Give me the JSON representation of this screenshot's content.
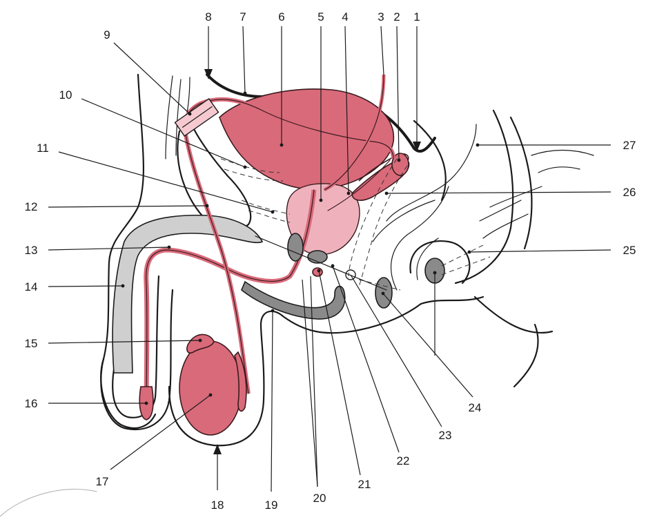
{
  "labels": [
    {
      "id": "1",
      "text": "1"
    },
    {
      "id": "2",
      "text": "2"
    },
    {
      "id": "3",
      "text": "3"
    },
    {
      "id": "4",
      "text": "4"
    },
    {
      "id": "5",
      "text": "5"
    },
    {
      "id": "6",
      "text": "6"
    },
    {
      "id": "7",
      "text": "7"
    },
    {
      "id": "8",
      "text": "8"
    },
    {
      "id": "9",
      "text": "9"
    },
    {
      "id": "10",
      "text": "10"
    },
    {
      "id": "11",
      "text": "11"
    },
    {
      "id": "12",
      "text": "12"
    },
    {
      "id": "13",
      "text": "13"
    },
    {
      "id": "14",
      "text": "14"
    },
    {
      "id": "15",
      "text": "15"
    },
    {
      "id": "16",
      "text": "16"
    },
    {
      "id": "17",
      "text": "17"
    },
    {
      "id": "18",
      "text": "18"
    },
    {
      "id": "19",
      "text": "19"
    },
    {
      "id": "20",
      "text": "20"
    },
    {
      "id": "21",
      "text": "21"
    },
    {
      "id": "22",
      "text": "22"
    },
    {
      "id": "23",
      "text": "23"
    },
    {
      "id": "24",
      "text": "24"
    },
    {
      "id": "25",
      "text": "25"
    },
    {
      "id": "26",
      "text": "26"
    },
    {
      "id": "27",
      "text": "27"
    }
  ],
  "colors": {
    "organ": "#d96a7a",
    "organ_light": "#efb2bd",
    "tissue": "#8a8a8a",
    "tissue_light": "#cfcfcf",
    "line": "#1a1a1a"
  }
}
